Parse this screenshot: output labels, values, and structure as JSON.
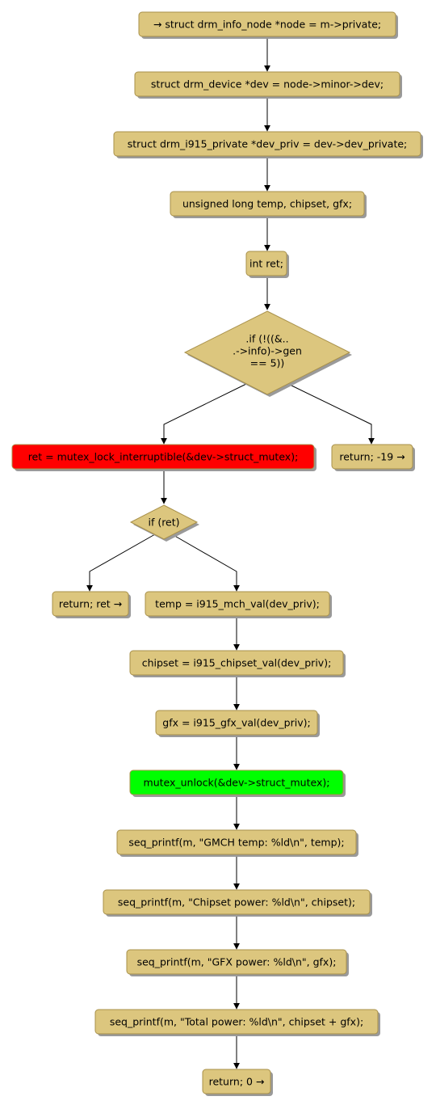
{
  "colors": {
    "node_fill": "#dcc67e",
    "node_stroke": "#a8904a",
    "shadow": "#9a9a9a",
    "lock_fill": "#ff0000",
    "unlock_fill": "#00ff00",
    "edge": "#000000",
    "background": "#ffffff"
  },
  "nodes": {
    "n1": "→ struct drm_info_node *node = m->private;",
    "n2": "struct drm_device *dev = node->minor->dev;",
    "n3": "struct drm_i915_private *dev_priv = dev->dev_private;",
    "n4": "unsigned long temp, chipset, gfx;",
    "n5": "int ret;",
    "d1": [
      ".if (!((&..",
      ".->info)->gen",
      "== 5))"
    ],
    "lock": "ret = mutex_lock_interruptible(&dev->struct_mutex);",
    "ret19": "return; -19 →",
    "d2": "if (ret)",
    "retret": "return; ret →",
    "temp": "temp = i915_mch_val(dev_priv);",
    "chipset": "chipset = i915_chipset_val(dev_priv);",
    "gfx": "gfx = i915_gfx_val(dev_priv);",
    "unlock": "mutex_unlock(&dev->struct_mutex);",
    "p1": "seq_printf(m, \"GMCH temp: %ld\\n\", temp);",
    "p2": "seq_printf(m, \"Chipset power: %ld\\n\", chipset);",
    "p3": "seq_printf(m, \"GFX power: %ld\\n\", gfx);",
    "p4": "seq_printf(m, \"Total power: %ld\\n\", chipset + gfx);",
    "ret0": "return; 0 →"
  }
}
